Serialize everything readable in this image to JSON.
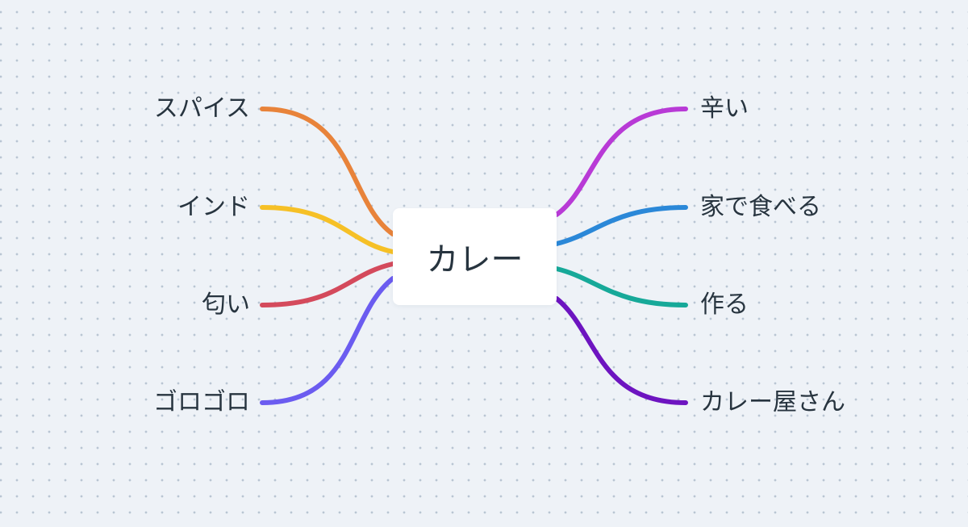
{
  "center": {
    "label": "カレー"
  },
  "left_branches": [
    {
      "label": "スパイス",
      "color": "#e8833a"
    },
    {
      "label": "インド",
      "color": "#f6c026"
    },
    {
      "label": "匂い",
      "color": "#d44a5c"
    },
    {
      "label": "ゴロゴロ",
      "color": "#6b5cf0"
    }
  ],
  "right_branches": [
    {
      "label": "辛い",
      "color": "#b83ad6"
    },
    {
      "label": "家で食べる",
      "color": "#2b88d8"
    },
    {
      "label": "作る",
      "color": "#17a999"
    },
    {
      "label": "カレー屋さん",
      "color": "#6d14c0"
    }
  ]
}
